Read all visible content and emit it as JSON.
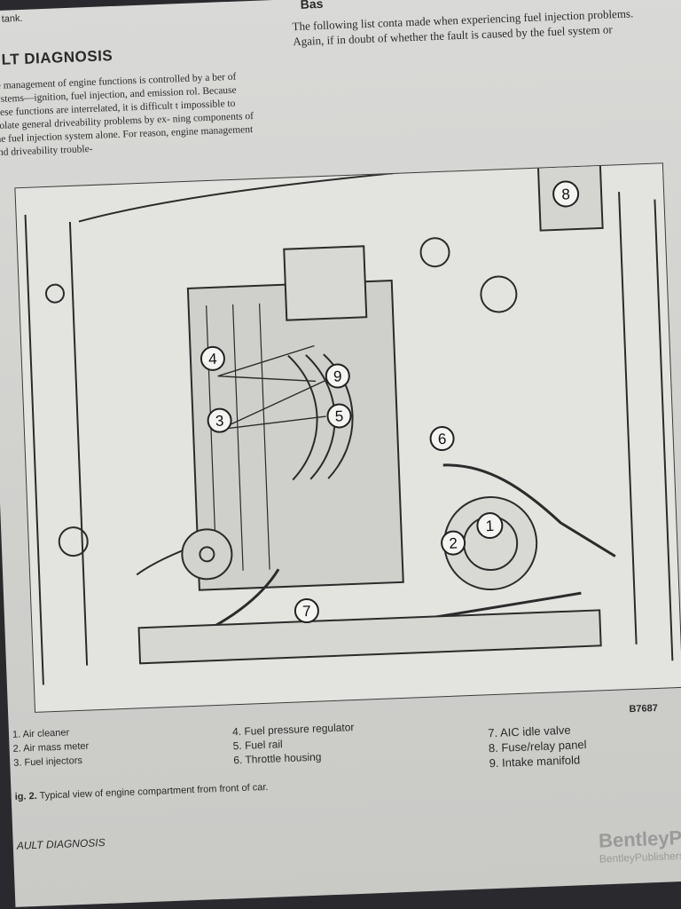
{
  "header": {
    "snippet_top_left": "as tank.",
    "section_title": "ULT DIAGNOSIS",
    "right_title_fragment": "Bas"
  },
  "body_left": "he management of engine functions is controlled by a ber of systems—ignition, fuel injection, and emission rol. Because these functions are interrelated, it is difficult t impossible to isolate general driveability problems by ex- ning components of the fuel injection system alone. For reason, engine management and driveability trouble-",
  "body_right": "The following list conta made when experiencing fuel injection problems. Again, if in doubt of whether the fault is caused by the fuel system or",
  "figure": {
    "code": "B7687",
    "callouts": [
      "8",
      "4",
      "9",
      "3",
      "5",
      "6",
      "1",
      "2",
      "7"
    ]
  },
  "legend": {
    "col1": [
      "1.  Air cleaner",
      "2.  Air mass meter",
      "3.  Fuel injectors"
    ],
    "col2": [
      "4.  Fuel pressure regulator",
      "5.  Fuel rail",
      "6.  Throttle housing"
    ],
    "col3": [
      "7.  AIC idle valve",
      "8.  Fuse/relay panel",
      "9.  Intake manifold"
    ]
  },
  "caption": {
    "label": "ig. 2.",
    "text": "Typical view of engine compartment from front of car."
  },
  "footer": "AULT DIAGNOSIS",
  "brand": {
    "name": "BentleyPu",
    "url": "BentleyPublishers.co"
  }
}
